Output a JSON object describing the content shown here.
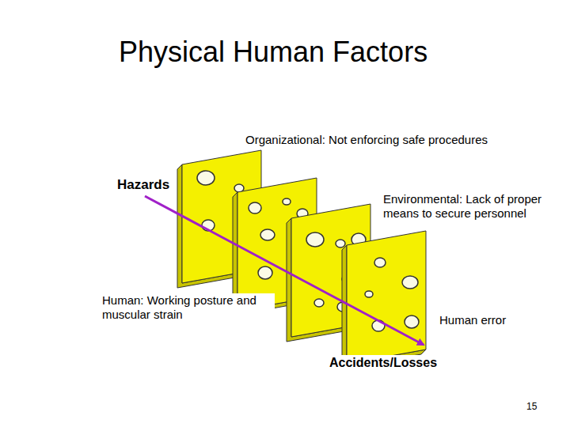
{
  "diagram": {
    "title": "Physical Human Factors",
    "labels": [
      "Organizational: Not enforcing safe procedures",
      "Hazards",
      "Environmental: Lack of proper means to secure personnel",
      "Human: Working posture and muscular strain",
      "Human error",
      "Accidents/Losses",
      "15"
    ]
  }
}
